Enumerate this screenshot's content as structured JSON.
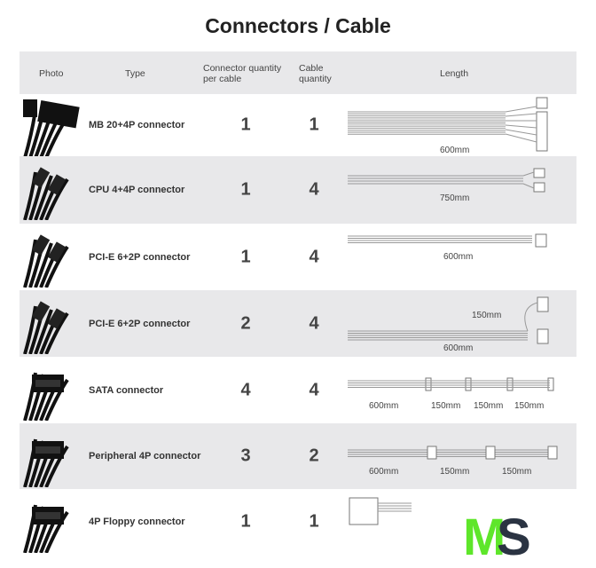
{
  "title": "Connectors / Cable",
  "headers": {
    "photo": "Photo",
    "type": "Type",
    "qty_line1": "Connector quantity",
    "qty_line2": "per cable",
    "cable_line1": "Cable",
    "cable_line2": "quantity",
    "length": "Length"
  },
  "rows": [
    {
      "type": "MB 20+4P connector",
      "per_cable": "1",
      "cables": "1",
      "lengths": [
        "600mm"
      ]
    },
    {
      "type": "CPU 4+4P connector",
      "per_cable": "1",
      "cables": "4",
      "lengths": [
        "750mm"
      ]
    },
    {
      "type": "PCI-E 6+2P connector",
      "per_cable": "1",
      "cables": "4",
      "lengths": [
        "600mm"
      ]
    },
    {
      "type": "PCI-E 6+2P connector",
      "per_cable": "2",
      "cables": "4",
      "lengths": [
        "150mm",
        "600mm"
      ]
    },
    {
      "type": "SATA connector",
      "per_cable": "4",
      "cables": "4",
      "lengths": [
        "600mm",
        "150mm",
        "150mm",
        "150mm"
      ]
    },
    {
      "type": "Peripheral 4P connector",
      "per_cable": "3",
      "cables": "2",
      "lengths": [
        "600mm",
        "150mm",
        "150mm"
      ]
    },
    {
      "type": "4P Floppy connector",
      "per_cable": "1",
      "cables": "1",
      "lengths": []
    }
  ],
  "logo": "MS",
  "colors": {
    "header_bg": "#e8e8ea",
    "logo_green": "#5ee62a",
    "logo_navy": "#2a3342"
  }
}
